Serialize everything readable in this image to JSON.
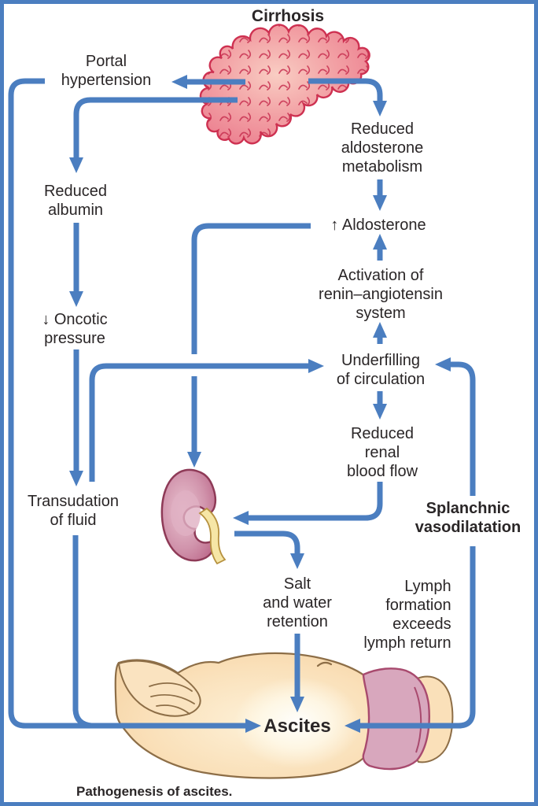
{
  "title": "Cirrhosis",
  "caption": "Pathogenesis of ascites.",
  "nodes": {
    "cirrhosis": {
      "text": "Cirrhosis"
    },
    "portal_hypertension": {
      "text": "Portal\nhypertension"
    },
    "reduced_albumin": {
      "text": "Reduced\nalbumin"
    },
    "oncotic_pressure": {
      "text": "↓ Oncotic\npressure"
    },
    "transudation": {
      "text": "Transudation\nof fluid"
    },
    "reduced_aldosterone_metabolism": {
      "text": "Reduced\naldosterone\nmetabolism"
    },
    "aldosterone": {
      "text": "↑ Aldosterone"
    },
    "activation_ras": {
      "text": "Activation of\nrenin–angiotensin\nsystem"
    },
    "underfilling": {
      "text": "Underfilling\nof circulation"
    },
    "reduced_renal_blood_flow": {
      "text": "Reduced\nrenal\nblood flow"
    },
    "splanchnic_vasodilatation": {
      "text": "Splanchnic\nvasodilatation"
    },
    "salt_water_retention": {
      "text": "Salt\nand water\nretention"
    },
    "lymph": {
      "text": "Lymph\nformation\nexceeds\nlymph return"
    },
    "ascites": {
      "text": "Ascites"
    }
  },
  "edges": [
    {
      "from": "Cirrhosis (liver)",
      "to": "Portal hypertension"
    },
    {
      "from": "Cirrhosis (liver)",
      "to": "Reduced albumin"
    },
    {
      "from": "Cirrhosis (liver)",
      "to": "Reduced aldosterone metabolism"
    },
    {
      "from": "Reduced aldosterone metabolism",
      "to": "↑ Aldosterone"
    },
    {
      "from": "Reduced albumin",
      "to": "↓ Oncotic pressure"
    },
    {
      "from": "↓ Oncotic pressure",
      "to": "Transudation of fluid"
    },
    {
      "from": "Portal hypertension",
      "to": "Ascites"
    },
    {
      "from": "Transudation of fluid",
      "to": "Ascites"
    },
    {
      "from": "Transudation of fluid",
      "to": "Underfilling of circulation"
    },
    {
      "from": "↑ Aldosterone",
      "to": "Kidney"
    },
    {
      "from": "Activation of renin–angiotensin system",
      "to": "↑ Aldosterone"
    },
    {
      "from": "Underfilling of circulation",
      "to": "Activation of renin–angiotensin system"
    },
    {
      "from": "Underfilling of circulation",
      "to": "Reduced renal blood flow"
    },
    {
      "from": "Reduced renal blood flow",
      "to": "Kidney"
    },
    {
      "from": "Kidney",
      "to": "Salt and water retention"
    },
    {
      "from": "Salt and water retention",
      "to": "Ascites"
    },
    {
      "from": "Splanchnic vasodilatation",
      "to": "Underfilling of circulation"
    },
    {
      "from": "Splanchnic vasodilatation / lymph excess",
      "to": "Ascites"
    }
  ],
  "illustrations": [
    "liver",
    "kidney",
    "abdomen with ascites"
  ],
  "colors": {
    "arrow_blue": "#4b7ec0",
    "frame_blue": "#4b7ec0",
    "liver_outline": "#ce3151",
    "liver_fill": "#f0919b",
    "kidney_outline": "#8e3a57",
    "kidney_fill": "#c57592",
    "ureter_yellow": "#f6e6a6",
    "skin": "#fbe4c1",
    "garment_pink": "#d8a7bd",
    "text": "#2a2627",
    "background": "#ffffff"
  }
}
